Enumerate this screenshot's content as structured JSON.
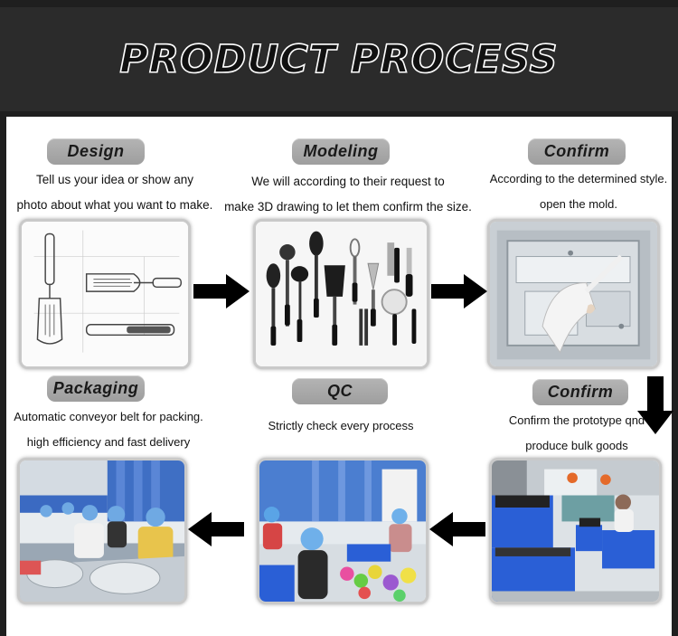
{
  "header": {
    "title": "PRODUCT PROCESS"
  },
  "steps": {
    "design": {
      "label": "Design",
      "line1": "Tell us your idea or show any",
      "line2": "photo about what you want to make."
    },
    "modeling": {
      "label": "Modeling",
      "line1": "We will according to their request to",
      "line2": "make 3D drawing to let them confirm the size."
    },
    "confirm_mold": {
      "label": "Confirm",
      "line1": "According to the determined style.",
      "line2": "open the mold."
    },
    "packaging": {
      "label": "Packaging",
      "line1": "Automatic conveyor belt for packing.",
      "line2": "high efficiency and fast delivery"
    },
    "qc": {
      "label": "QC",
      "line1": "Strictly check every process"
    },
    "confirm_prototype": {
      "label": "Confirm",
      "line1": "Confirm the prototype qnd",
      "line2": "produce bulk goods"
    }
  },
  "colors": {
    "header_bg": "#2b2b2b",
    "pill_bg": "#a9a9a9",
    "arrow": "#000000",
    "factory_blue": "#2a5fd6"
  },
  "icons": {
    "arrow_right": "arrow-right-icon",
    "arrow_left": "arrow-left-icon",
    "arrow_down": "arrow-down-icon"
  }
}
